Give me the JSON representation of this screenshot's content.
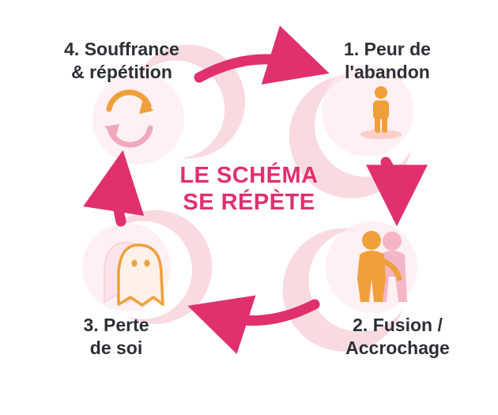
{
  "diagram": {
    "center_title": [
      "LE SCHÉMA",
      "SE RÉPÈTE"
    ],
    "steps": [
      {
        "id": "step1",
        "lines": [
          "1. Peur de",
          "l'abandon"
        ],
        "icon": "standing-person-icon"
      },
      {
        "id": "step2",
        "lines": [
          "2. Fusion /",
          "Accrochage"
        ],
        "icon": "embracing-people-icon"
      },
      {
        "id": "step3",
        "lines": [
          "3. Perte",
          "de soi"
        ],
        "icon": "ghost-icon"
      },
      {
        "id": "step4",
        "lines": [
          "4. Souffrance",
          "& répétition"
        ],
        "icon": "cycle-arrows-icon"
      }
    ],
    "colors": {
      "accent": "#e0306e",
      "orange": "#f0a03a",
      "pink_soft": "#f6c8d3",
      "text": "#2b2f36"
    }
  }
}
